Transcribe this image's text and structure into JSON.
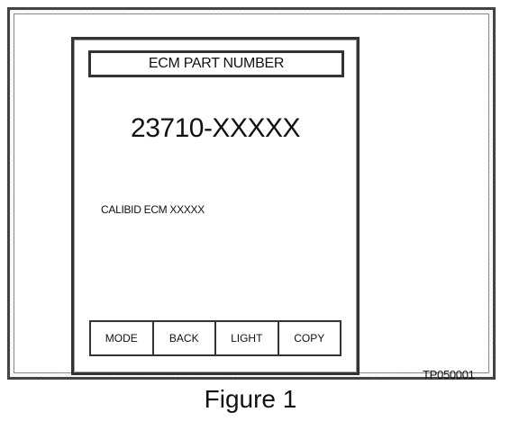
{
  "screen": {
    "header_title": "ECM PART NUMBER",
    "part_number": "23710-XXXXX",
    "calib_id_line": "CALIBID ECM  XXXXX"
  },
  "buttons": [
    {
      "label": "MODE"
    },
    {
      "label": "BACK"
    },
    {
      "label": "LIGHT"
    },
    {
      "label": "COPY"
    }
  ],
  "figure": {
    "reference_code": "TP050001",
    "caption": "Figure 1"
  }
}
